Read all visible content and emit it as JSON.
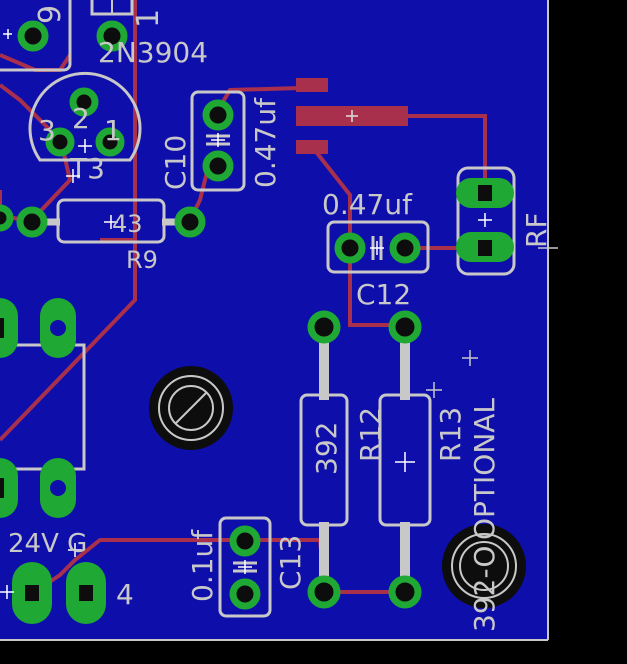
{
  "board": {
    "background_color": "#0e0eab",
    "outside_color": "#000000",
    "trace_color": "#a8304c",
    "pad_color": "#1fa833",
    "silkscreen_color": "#c8c8c8"
  },
  "labels": {
    "transistor_part": "2N3904",
    "transistor_pins": [
      "3",
      "2",
      "1"
    ],
    "transistor_ref": "T3",
    "top_left_fragment": "9",
    "top_fragment": "1",
    "r9_value": "43",
    "r9_ref": "R9",
    "c10_ref": "C10",
    "c10_value": "0.47uf",
    "c12_value": "0.47uf",
    "c12_ref": "C12",
    "rf_label": "RF",
    "r12_value": "392",
    "r12_ref": "R12",
    "r13_ref": "R13",
    "optional_label": "OPTIONAL",
    "optional_value": "392-O",
    "c13_value": "0.1uf",
    "c13_ref": "C13",
    "power_label": "24V G",
    "connector_pin": "4"
  }
}
